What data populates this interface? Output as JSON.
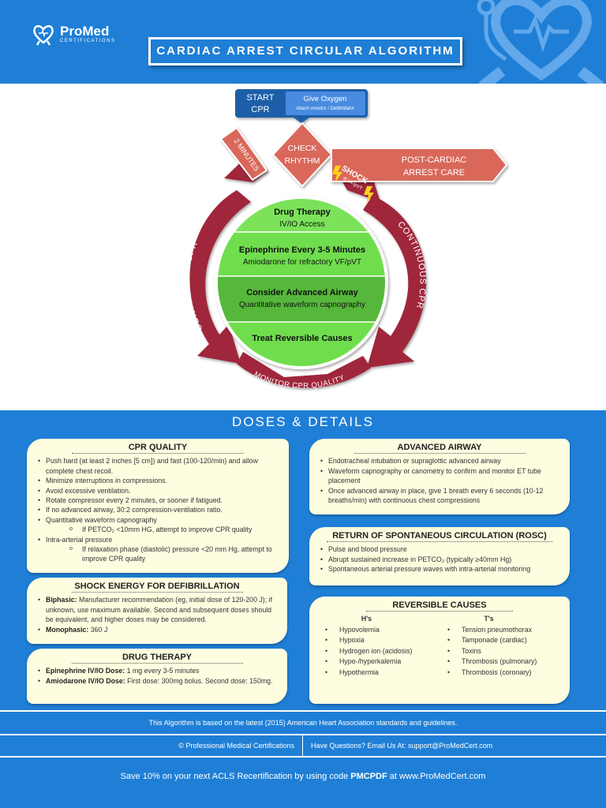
{
  "header": {
    "brand": "ProMed",
    "brand_sub": "CERTIFICATIONS",
    "title": "CARDIAC ARREST CIRCULAR ALGORITHM"
  },
  "algorithm": {
    "start_line1": "START",
    "start_line2": "CPR",
    "oxygen": "Give Oxygen",
    "attach": "Attach monitor / Defibrillator",
    "check_line1": "CHECK",
    "check_line2": "RHYTHM",
    "post_line1": "POST-CARDIAC",
    "post_line2": "ARREST CARE",
    "two_minutes": "2 MINUTES",
    "shock": "SHOCK",
    "shock_sub": "IF VF/pVT",
    "continuous_left": "CONTINUOUS CPR",
    "continuous_right": "CONTINUOUS CPR",
    "monitor": "MONITOR CPR QUALITY",
    "center": [
      {
        "title": "Drug Therapy",
        "sub": "IV/IO Access"
      },
      {
        "title": "Epinephrine Every 3-5 Minutes",
        "sub": "Amiodarone for refractory VF/pVT"
      },
      {
        "title": "Consider Advanced Airway",
        "sub": "Quantitative waveform capnography"
      },
      {
        "title": "Treat Reversible Causes",
        "sub": ""
      }
    ]
  },
  "doses_title": "DOSES & DETAILS",
  "cpr_quality": {
    "title": "CPR QUALITY",
    "items": [
      "Push hard (at least 2 inches [5 cm]) and fast (100-120/min) and allow complete chest recoil.",
      "Minimize interruptions in compressions.",
      "Avoid excessive ventilation.",
      "Rotate compressor every 2 minutes, or sooner if fatigued.",
      "If no advanced airway, 30:2 compression-ventilation ratio.",
      "Quantitative waveform capnography"
    ],
    "sub1": "If PETCO₂ <10mm HG, attempt to improve CPR quality",
    "item7": "Intra-arterial pressure",
    "sub2": "If relaxation phase (diastolic) pressure <20 mm Hg, attempt to improve CPR quality"
  },
  "shock_energy": {
    "title": "SHOCK ENERGY FOR DEFIBRILLATION",
    "biphasic_label": "Biphasic:",
    "biphasic_text": " Manufacturer recommendation (eg, initial dose of 120-200 J); if unknown, use maximum available. Second and subsequent doses should be equivalent, and higher doses may be considered.",
    "monophasic_label": "Monophasic:",
    "monophasic_text": " 360 J"
  },
  "drug_therapy": {
    "title": "DRUG THERAPY",
    "epi_label": "Epinephrine IV/IO Dose:",
    "epi_text": " 1 mg every 3-5 minutes",
    "amio_label": "Amiodarone IV/IO Dose:",
    "amio_text": " First dose: 300mg bolus. Second dose: 150mg."
  },
  "advanced_airway": {
    "title": "ADVANCED AIRWAY",
    "items": [
      "Endotracheal intubation or supraglottic advanced airway",
      "Waveform capnography or canometry to confirm and monitor ET tube placement",
      "Once advanced airway in place, give 1 breath every 6 seconds (10-12 breaths/min) with continuous chest compressions"
    ]
  },
  "rosc": {
    "title": "RETURN OF SPONTANEOUS CIRCULATION (ROSC)",
    "items": [
      "Pulse and blood pressure",
      "Abrupt sustained increase in PETCO₂ (typically ≥40mm Hg)",
      "Spontaneous arterial pressure waves with intra-arterial monitoring"
    ]
  },
  "reversible": {
    "title": "REVERSIBLE CAUSES",
    "h_head": "H's",
    "t_head": "T's",
    "hs": [
      "Hypovolemia",
      "Hypoxia",
      "Hydrogen ion (acidosis)",
      "Hypo-/hyperkalemia",
      "Hypothermia"
    ],
    "ts": [
      "Tension pneumothorax",
      "Tamponade (cardiac)",
      "Toxins",
      "Thrombosis (pulmonary)",
      "Thrombosis (coronary)"
    ]
  },
  "footer": {
    "line1": "This Algorithm is based on the latest (2015) American Heart Association standards and guidelines.",
    "copyright": "© Professional Medical Certifications",
    "questions": "Have Questions? Email Us At: support@ProMedCert.com",
    "promo_pre": "Save 10% on your next ACLS Recertification by using code ",
    "promo_code": "PMCPDF",
    "promo_post": " at www.ProMedCert.com"
  },
  "colors": {
    "brand_blue": "#1f7fd6",
    "arrow_red": "#a0283a",
    "salmon": "#d9685a",
    "green": "#66dd44",
    "card_bg": "#fffde0"
  }
}
